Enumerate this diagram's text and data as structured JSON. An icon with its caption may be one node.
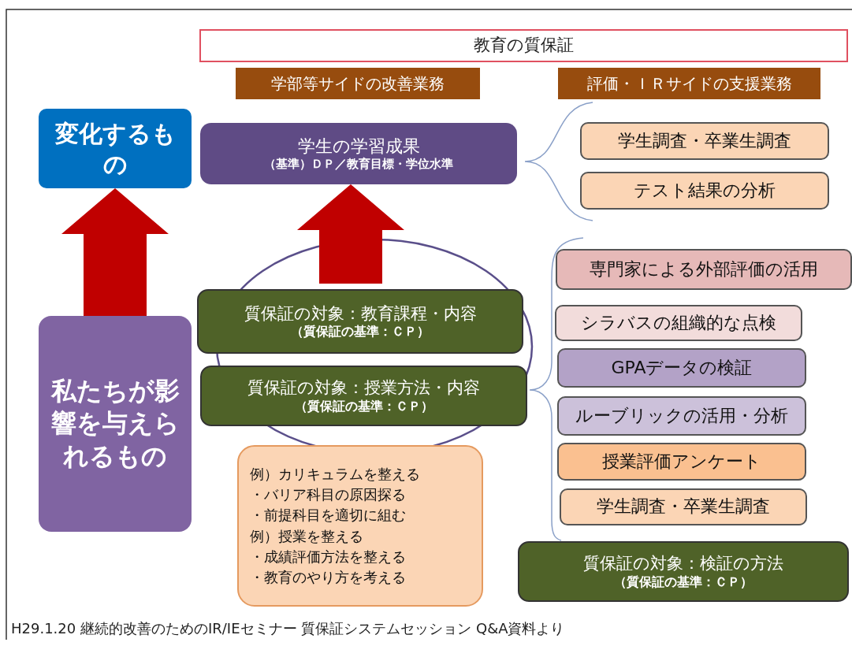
{
  "diagram": {
    "caption": "H29.1.20 継続的改善のためのIR/IEセミナー 質保証システムセッション Q&A資料より",
    "nodes": [
      {
        "text": [
          "教育の質保証"
        ]
      },
      {
        "text": [
          "学部等サイドの改善業務"
        ]
      },
      {
        "text": [
          "評価・ＩＲサイドの支援業務"
        ]
      },
      {
        "text": [
          "変化するもの"
        ]
      },
      {
        "text": [
          "学生の学習成果",
          "（基準）ＤＰ／教育目標・学位水準"
        ]
      },
      {
        "text": [
          "学生調査・卒業生調査"
        ]
      },
      {
        "text": [
          "テスト結果の分析"
        ]
      },
      {
        "text": [
          "私たちが影響を与えられるもの"
        ]
      },
      {
        "text": [
          "質保証の対象：教育課程・内容",
          "（質保証の基準：ＣＰ）"
        ]
      },
      {
        "text": [
          "質保証の対象：授業方法・内容",
          "（質保証の基準：ＣＰ）"
        ]
      },
      {
        "text": [
          "例）カリキュラムを整える",
          "・バリア科目の原因探る",
          "・前提科目を適切に組む",
          "例）授業を整える",
          "・成績評価方法を整える",
          "・教育のやり方を考える"
        ]
      },
      {
        "text": [
          "専門家による外部評価の活用"
        ]
      },
      {
        "text": [
          "シラバスの組織的な点検"
        ]
      },
      {
        "text": [
          "GPAデータの検証"
        ]
      },
      {
        "text": [
          "ルーブリックの活用・分析"
        ]
      },
      {
        "text": [
          "授業評価アンケート"
        ]
      },
      {
        "text": [
          "学生調査・卒業生調査"
        ]
      },
      {
        "text": [
          "質保証の対象：検証の方法",
          "（質保証の基準：ＣＰ）"
        ]
      }
    ],
    "edges": [
      {
        "from": 7,
        "to": 3,
        "arrow": "to",
        "style": "thick",
        "color": "#c00000"
      },
      {
        "from": null,
        "to": 4,
        "arrow": "to",
        "style": "thick",
        "color": "#c00000"
      }
    ]
  }
}
